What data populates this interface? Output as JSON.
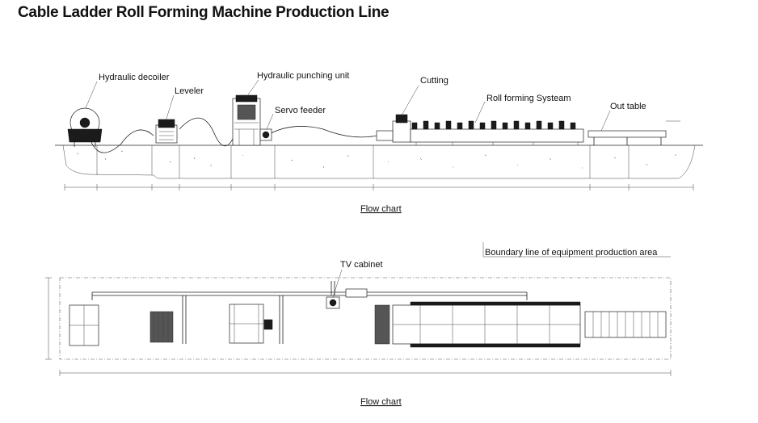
{
  "title": "Cable Ladder Roll Forming Machine Production Line",
  "side_view": {
    "labels": {
      "hydraulic_decoiler": "Hydraulic decoiler",
      "leveler": "Leveler",
      "hydraulic_punching_unit": "Hydraulic punching unit",
      "servo_feeder": "Servo feeder",
      "cutting": "Cutting",
      "roll_forming_system": "Roll forming Systeam",
      "out_table": "Out table"
    },
    "caption": "Flow chart"
  },
  "plan_view": {
    "labels": {
      "tv_cabinet": "TV cabinet",
      "boundary_line": "Boundary line of equipment production area"
    },
    "caption": "Flow chart"
  },
  "colors": {
    "line": "#222222",
    "fill_dark": "#1b1b1b",
    "background": "#ffffff"
  }
}
